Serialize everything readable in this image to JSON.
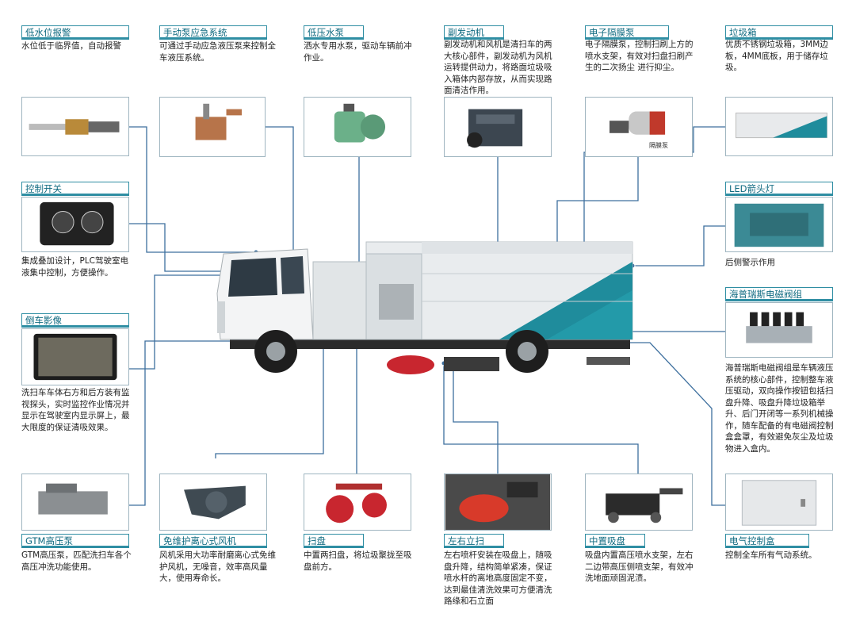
{
  "components": {
    "low_water_alarm": {
      "title": "低水位报警",
      "desc": "水位低于临界值，自动报警"
    },
    "manual_pump": {
      "title": "手动泵应急系统",
      "desc": "可通过手动应急液压泵来控制全车液压系统。"
    },
    "low_pressure_pump": {
      "title": "低压水泵",
      "desc": "洒水专用水泵，驱动车辆前冲作业。"
    },
    "aux_engine": {
      "title": "副发动机",
      "desc": "副发动机和风机是清扫车的两大核心部件，副发动机为风机运转提供动力，将路面垃圾吸入箱体内部存放，从而实现路面清洁作用。"
    },
    "diaphragm_pump": {
      "title": "电子隔膜泵",
      "desc": "电子隔膜泵，控制扫刷上方的喷水支架，有效对扫盘扫刷产生的二次扬尘 进行抑尘。",
      "photo_label": "隔膜泵"
    },
    "garbage_box": {
      "title": "垃圾箱",
      "desc": "优质不锈钢垃圾箱，3MM边板，4MM底板，用于储存垃圾。"
    },
    "control_switch": {
      "title": "控制开关",
      "desc": "集成叠加设计，PLC驾驶室电液集中控制，方便操作。"
    },
    "led_lamp": {
      "title": "LED箭头灯",
      "desc": "后侧警示作用"
    },
    "reverse_camera": {
      "title": "倒车影像",
      "desc": "洗扫车车体右方和后方装有监视探头，实时监控作业情况并显示在驾驶室内显示屏上，最大限度的保证清吸效果。"
    },
    "solenoid_valve": {
      "title": "海普瑞斯电磁阀组",
      "desc": "海普瑞斯电磁阀组是车辆液压系统的核心部件，控制整车液压驱动，双向操作按钮包括扫盘升降、吸盘升降垃圾箱举升、后门开闭等一系列机械操作，随车配备的有电磁阀控制盒盒罩，有效避免灰尘及垃圾物进入盒内。"
    },
    "gtm_pump": {
      "title": "GTM高压泵",
      "desc": "GTM高压泵，匹配洗扫车各个高压冲洗功能使用。"
    },
    "fan": {
      "title": "免维护离心式风机",
      "desc": "风机采用大功率耐磨离心式免维护风机，无噪音，效率高风量大，使用寿命长。"
    },
    "brush": {
      "title": "扫盘",
      "desc": "中置两扫盘，将垃圾聚拢至吸盘前方。"
    },
    "lr_spray": {
      "title": "左右立扫",
      "desc": "左右喷杆安装在吸盘上，随吸盘升降，结构简单紧凑，保证喷水杆的离地高度固定不变，达到最佳清洗效果可方便清洗路缘和石立面"
    },
    "suction": {
      "title": "中置吸盘",
      "desc": "吸盘内置高压喷水支架，左右二边带高压侧喷支架，有效冲洗地面顽固泥渍。"
    },
    "elec_box": {
      "title": "电气控制盒",
      "desc": "控制全车所有气动系统。"
    }
  },
  "colors": {
    "accent": "#2f8ea3",
    "truck_teal": "#1f8c9c",
    "line": "#3d6f9e"
  }
}
